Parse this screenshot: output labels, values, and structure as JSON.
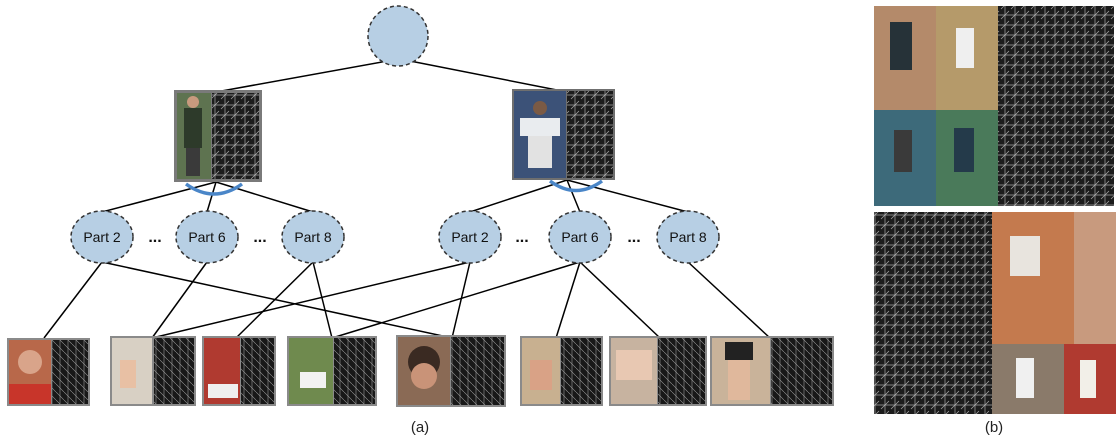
{
  "figure": {
    "part_a": {
      "caption": "(a)",
      "left_group_parts": [
        "Part 2",
        "Part 6",
        "Part 8"
      ],
      "right_group_parts": [
        "Part 2",
        "Part 6",
        "Part 8"
      ],
      "ellipsis": "..."
    },
    "part_b": {
      "caption": "(b)"
    }
  },
  "colors": {
    "node_fill": "#b7cfe4",
    "node_stroke": "#333333",
    "arc": "#4a86c8",
    "edge": "#000000",
    "thumb_border": "#8a8a8a",
    "hog_bg": "#1a1a1a"
  }
}
